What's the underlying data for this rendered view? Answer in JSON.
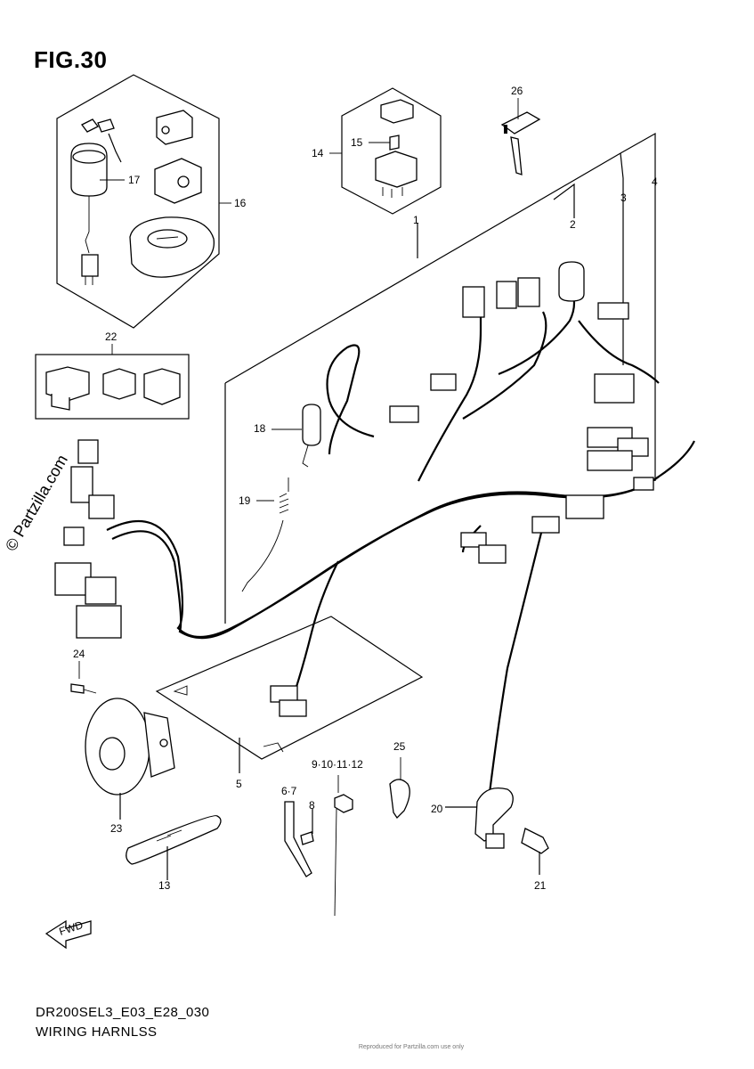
{
  "figure": {
    "title": "FIG.30",
    "code": "DR200SEL3_E03_E28_030",
    "name": "WIRING HARNLSS",
    "watermark": "© Partzilla.com",
    "fine_print": "Reproduced for Partzilla.com use only"
  },
  "callouts": {
    "c1": "1",
    "c2": "2",
    "c3": "3",
    "c4": "4",
    "c5": "5",
    "c67": "6·7",
    "c8": "8",
    "c9to12": "9·10·11·12",
    "c13": "13",
    "c14": "14",
    "c15": "15",
    "c16": "16",
    "c17": "17",
    "c18": "18",
    "c19": "19",
    "c20": "20",
    "c21": "21",
    "c22": "22",
    "c23": "23",
    "c24": "24",
    "c25": "25",
    "c26": "26"
  },
  "fwd_label": "FWD",
  "icons": [
    "fwd-arrow-icon"
  ]
}
